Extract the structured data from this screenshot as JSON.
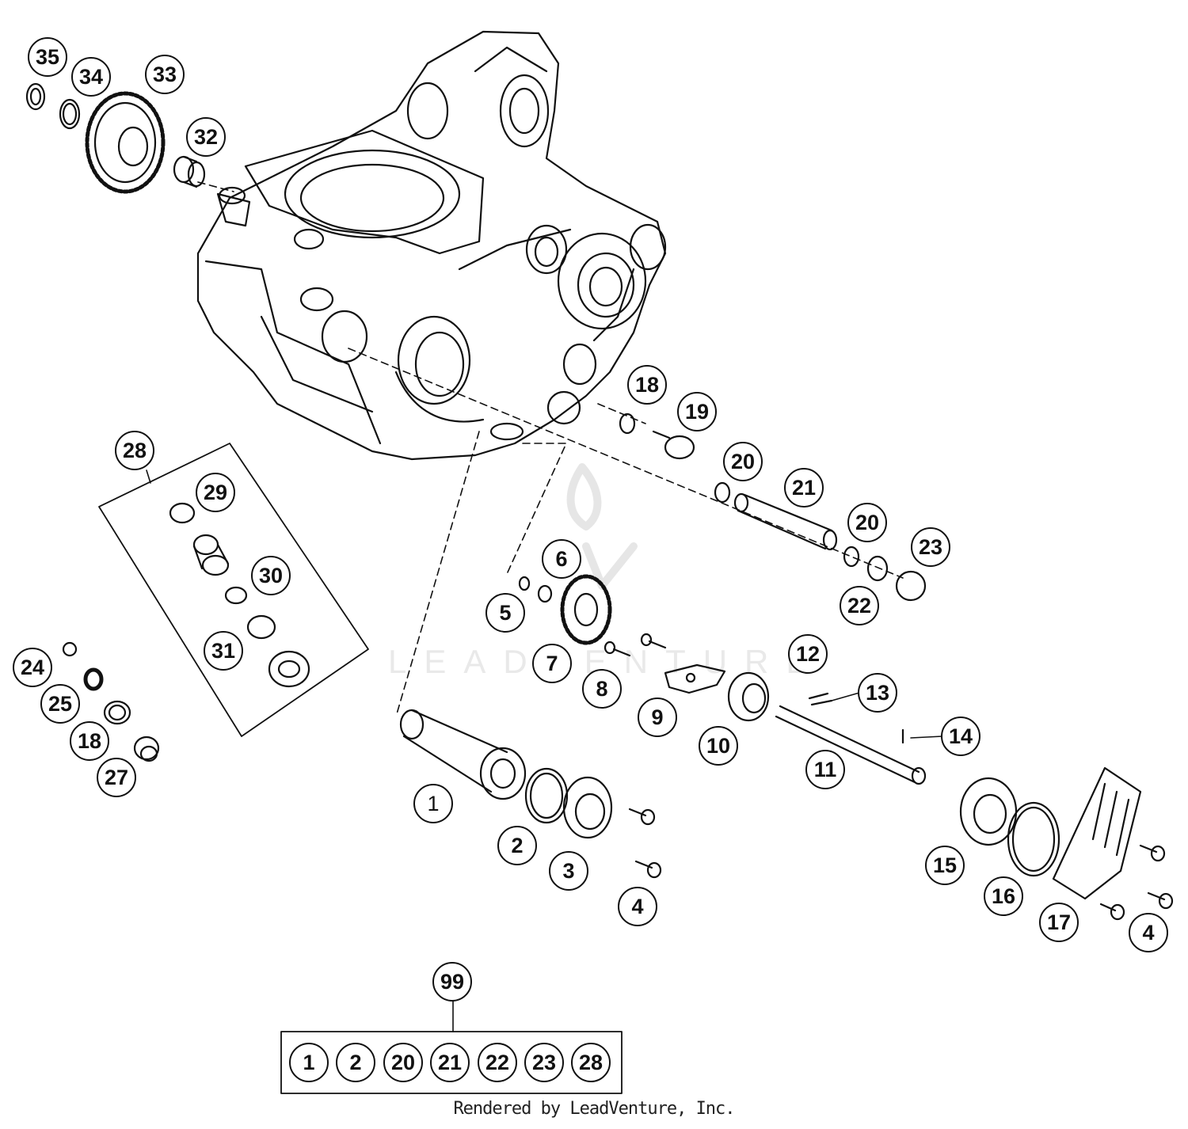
{
  "footer": "Rendered by LeadVenture, Inc.",
  "watermark": "LEADVENTURE",
  "colors": {
    "line": "#111111",
    "background": "#ffffff",
    "watermark": "#e9e9e9"
  },
  "callouts": [
    {
      "label": "35",
      "style": "bold"
    },
    {
      "label": "34",
      "style": "bold"
    },
    {
      "label": "33",
      "style": "bold"
    },
    {
      "label": "32",
      "style": "bold"
    },
    {
      "label": "28",
      "style": "bold"
    },
    {
      "label": "29",
      "style": "bold"
    },
    {
      "label": "30",
      "style": "bold"
    },
    {
      "label": "31",
      "style": "bold"
    },
    {
      "label": "24",
      "style": "bold"
    },
    {
      "label": "25",
      "style": "bold"
    },
    {
      "label": "18",
      "style": "bold"
    },
    {
      "label": "27",
      "style": "bold"
    },
    {
      "label": "18",
      "style": "bold"
    },
    {
      "label": "19",
      "style": "bold"
    },
    {
      "label": "20",
      "style": "bold"
    },
    {
      "label": "21",
      "style": "bold"
    },
    {
      "label": "20",
      "style": "bold"
    },
    {
      "label": "23",
      "style": "bold"
    },
    {
      "label": "22",
      "style": "bold"
    },
    {
      "label": "6",
      "style": "bold"
    },
    {
      "label": "5",
      "style": "bold"
    },
    {
      "label": "7",
      "style": "bold"
    },
    {
      "label": "8",
      "style": "bold"
    },
    {
      "label": "9",
      "style": "bold"
    },
    {
      "label": "10",
      "style": "bold"
    },
    {
      "label": "12",
      "style": "bold"
    },
    {
      "label": "13",
      "style": "bold"
    },
    {
      "label": "11",
      "style": "bold"
    },
    {
      "label": "14",
      "style": "bold"
    },
    {
      "label": "1",
      "style": "normal"
    },
    {
      "label": "2",
      "style": "bold"
    },
    {
      "label": "3",
      "style": "bold"
    },
    {
      "label": "4",
      "style": "bold"
    },
    {
      "label": "15",
      "style": "bold"
    },
    {
      "label": "16",
      "style": "bold"
    },
    {
      "label": "17",
      "style": "bold"
    },
    {
      "label": "4",
      "style": "bold"
    },
    {
      "label": "99",
      "style": "bold"
    }
  ],
  "kit_contents": [
    "1",
    "2",
    "20",
    "21",
    "22",
    "23",
    "28"
  ]
}
